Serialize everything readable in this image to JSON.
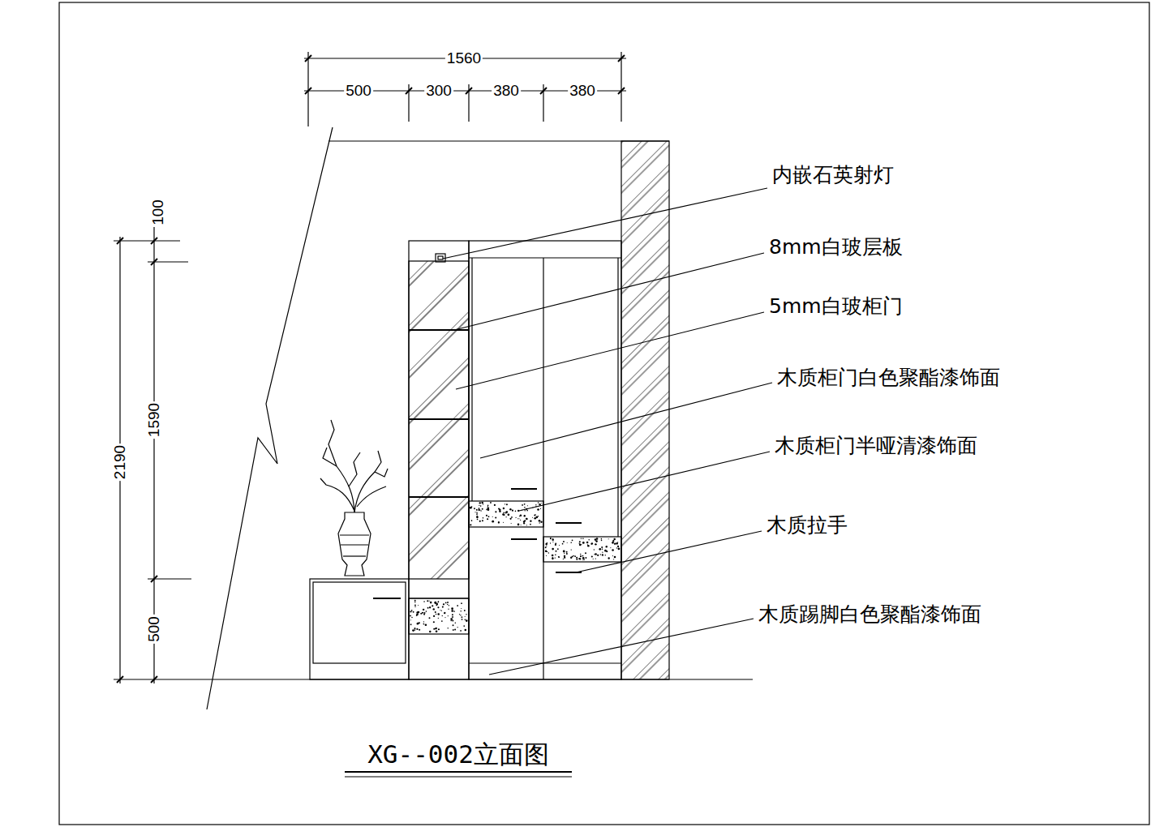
{
  "diagram": {
    "title": "XG--002立面图",
    "labels": [
      "1560",
      "500",
      "300",
      "380",
      "380",
      "100",
      "2190",
      "1590",
      "500",
      "内嵌石英射灯",
      "8mm白玻层板",
      "5mm白玻柜门",
      "木质柜门白色聚酯漆饰面",
      "木质柜门半哑清漆饰面",
      "木质拉手",
      "木质踢脚白色聚酯漆饰面"
    ]
  }
}
